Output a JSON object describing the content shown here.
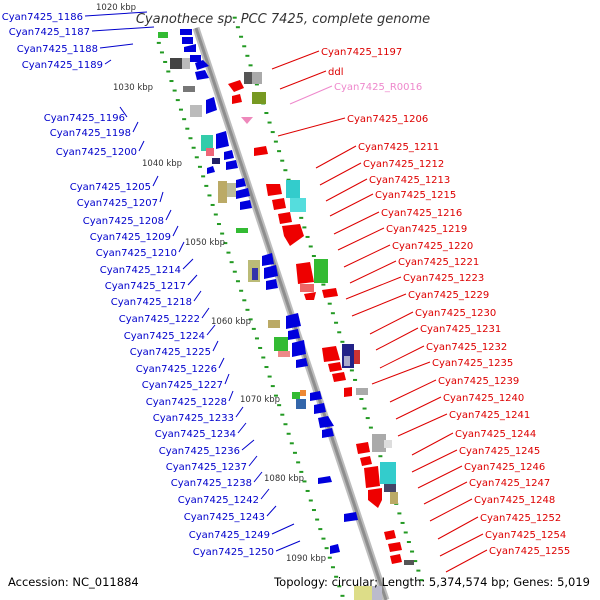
{
  "title": "Cyanothece sp. PCC 7425, complete genome",
  "footer": {
    "accession": "Accession: NC_011884",
    "summary": "Topology: circular; Length: 5,374,574 bp; Genes: 5,019"
  },
  "colors": {
    "left_labels": "#0000cc",
    "right_labels": "#dd0000",
    "rna_label": "#ee88cc",
    "backbone": "#999999",
    "tick": "#229922"
  },
  "scale_marks": [
    "1020 kbp",
    "1030 kbp",
    "1040 kbp",
    "1050 kbp",
    "1060 kbp",
    "1070 kbp",
    "1080 kbp",
    "1090 kbp"
  ],
  "left_genes": [
    "Cyan7425_1186",
    "Cyan7425_1187",
    "Cyan7425_1188",
    "Cyan7425_1189",
    "Cyan7425_1196",
    "Cyan7425_1198",
    "Cyan7425_1200",
    "Cyan7425_1205",
    "Cyan7425_1207",
    "Cyan7425_1208",
    "Cyan7425_1209",
    "Cyan7425_1210",
    "Cyan7425_1214",
    "Cyan7425_1217",
    "Cyan7425_1218",
    "Cyan7425_1222",
    "Cyan7425_1224",
    "Cyan7425_1225",
    "Cyan7425_1226",
    "Cyan7425_1227",
    "Cyan7425_1228",
    "Cyan7425_1233",
    "Cyan7425_1234",
    "Cyan7425_1236",
    "Cyan7425_1237",
    "Cyan7425_1238",
    "Cyan7425_1242",
    "Cyan7425_1243",
    "Cyan7425_1249",
    "Cyan7425_1250"
  ],
  "right_genes": [
    "Cyan7425_1197",
    "ddl",
    "Cyan7425_R0016",
    "Cyan7425_1206",
    "Cyan7425_1211",
    "Cyan7425_1212",
    "Cyan7425_1213",
    "Cyan7425_1215",
    "Cyan7425_1216",
    "Cyan7425_1219",
    "Cyan7425_1220",
    "Cyan7425_1221",
    "Cyan7425_1223",
    "Cyan7425_1229",
    "Cyan7425_1230",
    "Cyan7425_1231",
    "Cyan7425_1232",
    "Cyan7425_1235",
    "Cyan7425_1239",
    "Cyan7425_1240",
    "Cyan7425_1241",
    "Cyan7425_1244",
    "Cyan7425_1245",
    "Cyan7425_1246",
    "Cyan7425_1247",
    "Cyan7425_1248",
    "Cyan7425_1252",
    "Cyan7425_1254",
    "Cyan7425_1255"
  ]
}
